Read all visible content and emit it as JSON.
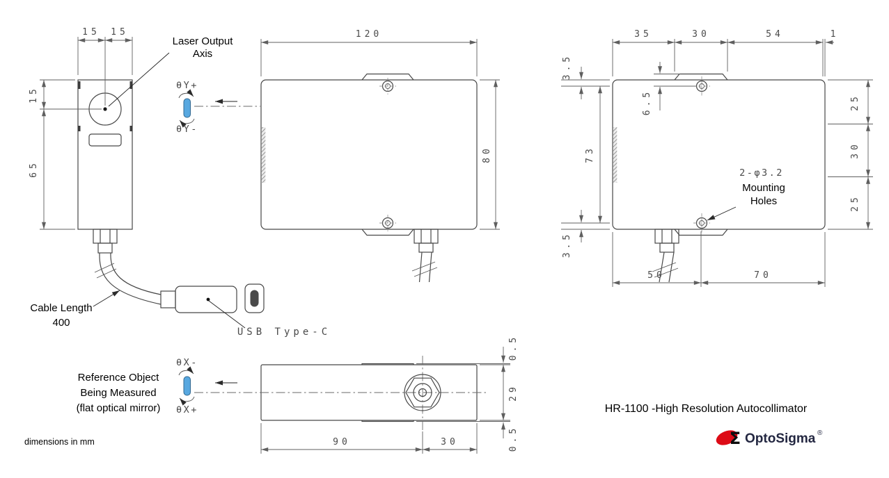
{
  "meta": {
    "product_title": "HR-1100 -High Resolution Autocollimator",
    "units_note": "dimensions in mm"
  },
  "brand": {
    "name": "OptoSigma",
    "registered": "®",
    "sigma": "Σ"
  },
  "colors": {
    "usb_blue": "#58a8e0",
    "logo_red": "#dd0b16",
    "logo_navy": "#232741"
  },
  "labels": {
    "laser_output_line1": "Laser Output",
    "laser_output_line2": "Axis",
    "theta_y_plus": "θY+",
    "theta_y_minus": "θY-",
    "theta_x_minus": "θX-",
    "theta_x_plus": "θX+",
    "cable_length_line1": "Cable Length",
    "cable_length_line2": "400",
    "usb_type_c": "USB Type-C",
    "mounting_spec": "2-φ3.2",
    "mounting_line1": "Mounting",
    "mounting_line2": "Holes",
    "reference_line1": "Reference Object",
    "reference_line2": "Being Measured",
    "reference_line3": "(flat optical mirror)"
  },
  "front_view": {
    "dim_top_left": "15",
    "dim_top_right": "15",
    "dim_left_top": "15",
    "dim_left_bottom": "65"
  },
  "side_view": {
    "dim_width": "120",
    "dim_height": "80"
  },
  "rear_view": {
    "dim_top_1": "35",
    "dim_top_2": "30",
    "dim_top_3": "54",
    "dim_top_4": "1",
    "dim_left_top": "3.5",
    "dim_left_mid": "73",
    "dim_left_bottom": "3.5",
    "dim_hole_offset": "6.5",
    "dim_right_top": "25",
    "dim_right_mid": "30",
    "dim_right_bottom": "25",
    "dim_bottom_left": "50",
    "dim_bottom_right": "70"
  },
  "top_view": {
    "dim_right_top": "0.5",
    "dim_right_mid": "29",
    "dim_right_bottom": "0.5",
    "dim_bottom_left": "90",
    "dim_bottom_right": "30"
  }
}
